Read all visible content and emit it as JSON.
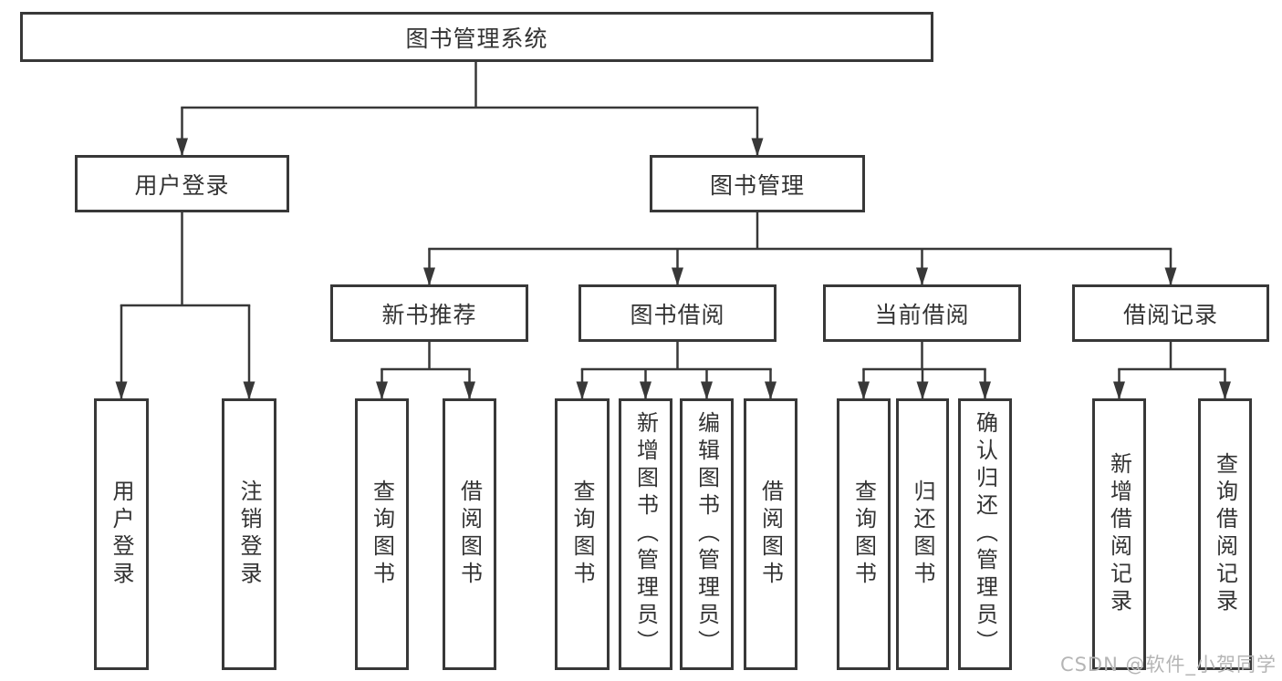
{
  "tree": {
    "root_label": "图书管理系统",
    "branches": [
      {
        "label": "用户登录",
        "children": [
          {
            "label": "用户登录"
          },
          {
            "label": "注销登录"
          }
        ]
      },
      {
        "label": "图书管理",
        "children": [
          {
            "label": "新书推荐",
            "children": [
              {
                "label": "查询图书"
              },
              {
                "label": "借阅图书"
              }
            ]
          },
          {
            "label": "图书借阅",
            "children": [
              {
                "label": "查询图书"
              },
              {
                "label": "新增图书（管理员）"
              },
              {
                "label": "编辑图书（管理员）"
              },
              {
                "label": "借阅图书"
              }
            ]
          },
          {
            "label": "当前借阅",
            "children": [
              {
                "label": "查询图书"
              },
              {
                "label": "归还图书"
              },
              {
                "label": "确认归还（管理员）"
              }
            ]
          },
          {
            "label": "借阅记录",
            "children": [
              {
                "label": "新增借阅记录"
              },
              {
                "label": "查询借阅记录"
              }
            ]
          }
        ]
      }
    ]
  },
  "watermark": "CSDN @软件_小贺同学",
  "colors": {
    "line": "#383838",
    "text": "#333333",
    "box_background": "#ffffff",
    "watermark": "#b5b5b5",
    "background": "#ffffff"
  }
}
